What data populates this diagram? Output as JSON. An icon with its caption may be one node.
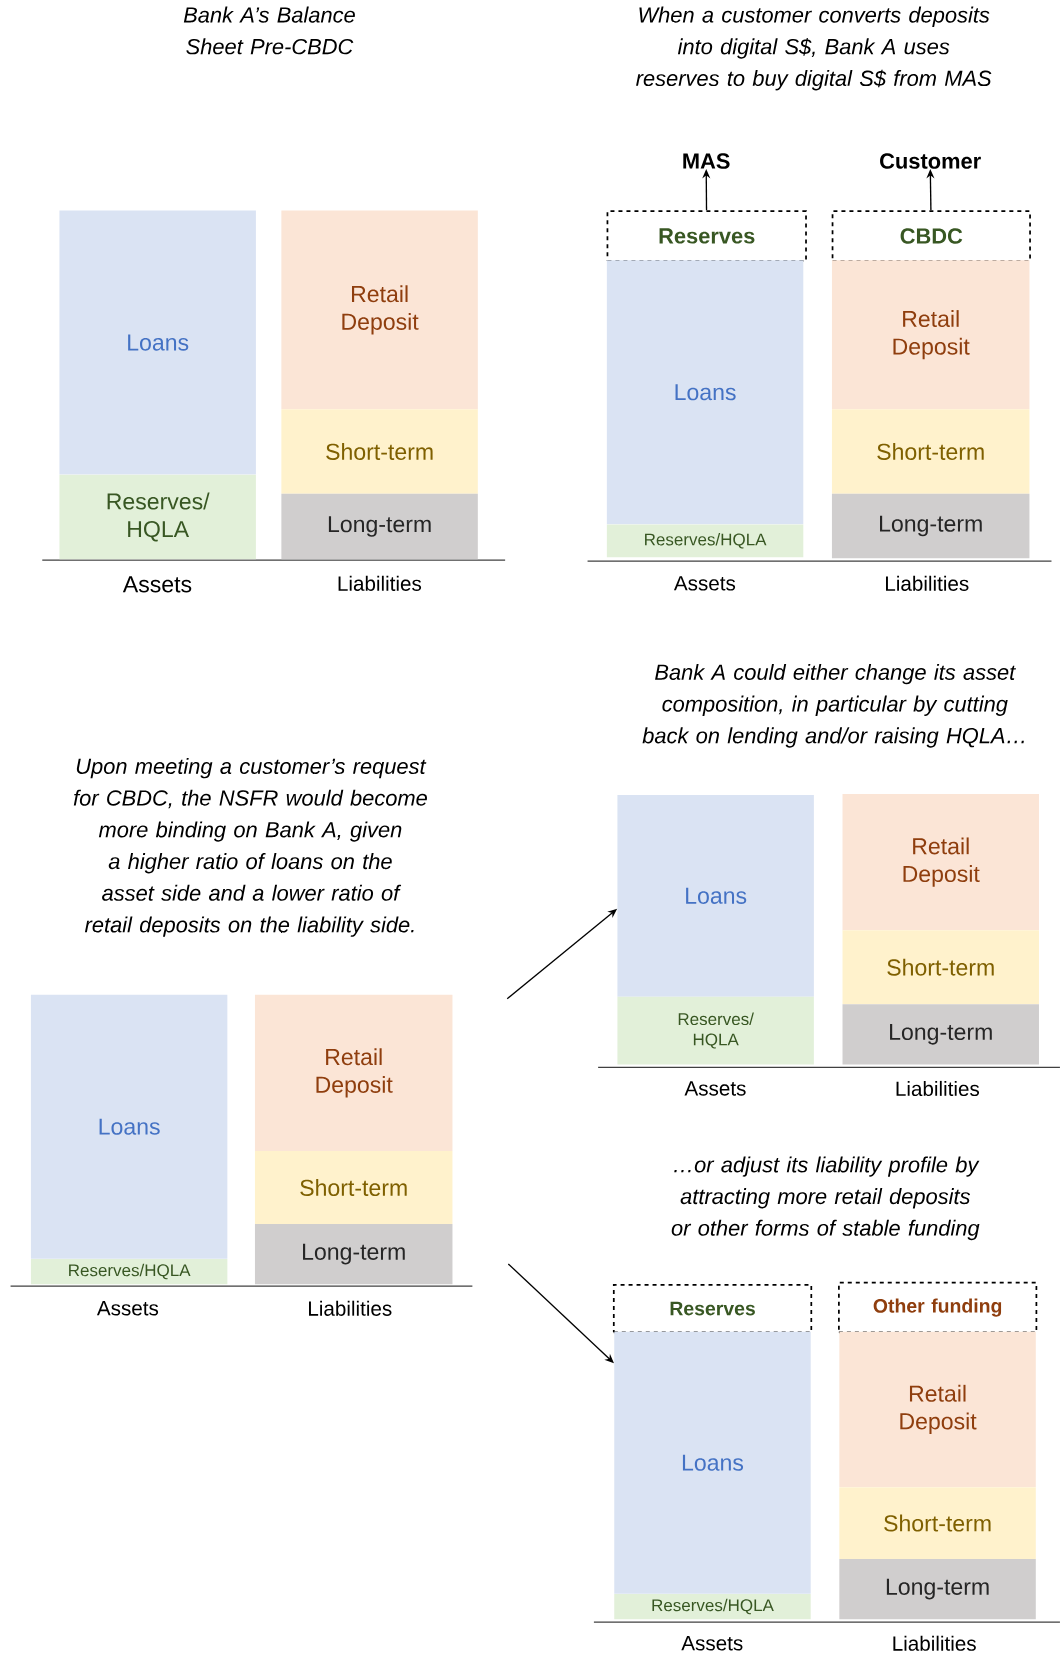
{
  "diagram": {
    "nodes": [
      {
        "text": [
          "Loans"
        ]
      },
      {
        "text": [
          "Reserves/ HQLA"
        ]
      },
      {
        "text": [
          "Retail Deposit"
        ]
      },
      {
        "text": [
          "Short-term"
        ]
      },
      {
        "text": [
          "Long-term"
        ]
      },
      {
        "text": [
          "MAS"
        ]
      },
      {
        "text": [
          "Customer"
        ]
      },
      {
        "text": [
          "Reserves"
        ]
      },
      {
        "text": [
          "CBDC"
        ]
      },
      {
        "text": [
          "Loans"
        ]
      },
      {
        "text": [
          "Reserves/HQLA"
        ]
      },
      {
        "text": [
          "Retail Deposit"
        ]
      },
      {
        "text": [
          "Short-term"
        ]
      },
      {
        "text": [
          "Long-term"
        ]
      },
      {
        "text": [
          "Loans"
        ]
      },
      {
        "text": [
          "Reserves/HQLA"
        ]
      },
      {
        "text": [
          "Retail Deposit"
        ]
      },
      {
        "text": [
          "Short-term"
        ]
      },
      {
        "text": [
          "Long-term"
        ]
      },
      {
        "text": [
          "Loans"
        ]
      },
      {
        "text": [
          "Reserves/ HQLA"
        ]
      },
      {
        "text": [
          "Retail Deposit"
        ]
      },
      {
        "text": [
          "Short-term"
        ]
      },
      {
        "text": [
          "Long-term"
        ]
      },
      {
        "text": [
          "Reserves"
        ]
      },
      {
        "text": [
          "Other funding"
        ]
      },
      {
        "text": [
          "Loans"
        ]
      },
      {
        "text": [
          "Reserves/HQLA"
        ]
      },
      {
        "text": [
          "Retail Deposit"
        ]
      },
      {
        "text": [
          "Short-term"
        ]
      },
      {
        "text": [
          "Long-term"
        ]
      }
    ],
    "edges": [
      {
        "from": 7,
        "to": 5,
        "arrow": "to"
      },
      {
        "from": 8,
        "to": 6,
        "arrow": "to"
      },
      {
        "from": null,
        "to": 19,
        "arrow": "to"
      },
      {
        "from": null,
        "to": 26,
        "arrow": "to"
      }
    ],
    "labels": [
      "Bank A’s Balance Sheet Pre-CBDC",
      "Assets",
      "Liabilities",
      "When a customer converts deposits into digital S$, Bank A uses reserves to buy digital S$ from MAS",
      "Assets",
      "Liabilities",
      "Upon meeting a customer’s request for CBDC, the NSFR would become more binding on Bank A, given a higher ratio of loans on the asset side and a lower ratio of retail deposits on the liability side.",
      "Assets",
      "Liabilities",
      "Bank A could either change its asset composition, in particular by cutting back on lending and/or raising HQLA…",
      "Assets",
      "Liabilities",
      "…or adjust its liability profile by attracting more retail deposits or other forms of stable funding",
      "Assets",
      "Liabilities"
    ]
  }
}
